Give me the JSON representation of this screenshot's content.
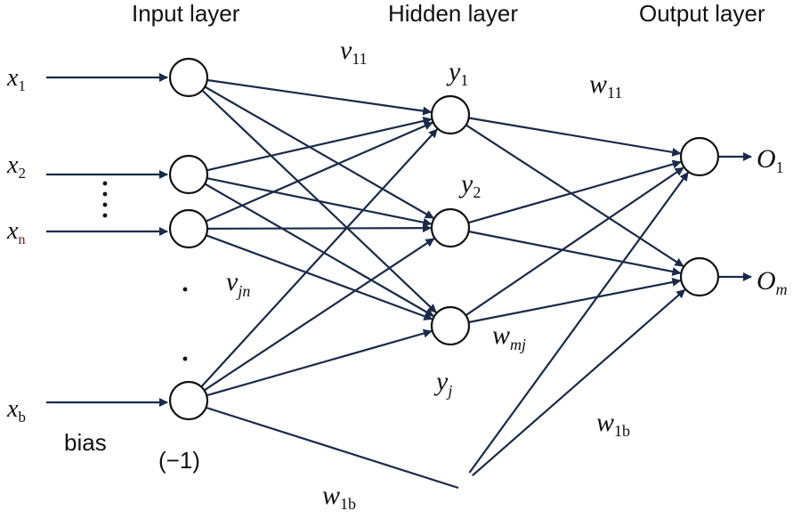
{
  "headings": {
    "input": "Input layer",
    "hidden": "Hidden layer",
    "output": "Output layer"
  },
  "inputs": {
    "x1": {
      "base": "x",
      "sub": "1"
    },
    "x2": {
      "base": "x",
      "sub": "2"
    },
    "xn": {
      "base": "x",
      "sub": "n"
    },
    "xb": {
      "base": "x",
      "sub": "b"
    }
  },
  "bias_label": "bias",
  "bias_value": "(−1)",
  "hidden_labels": {
    "y1": {
      "base": "y",
      "sub": "1"
    },
    "y2": {
      "base": "y",
      "sub": "2"
    },
    "yj": {
      "base": "y",
      "sub": "j"
    }
  },
  "outputs": {
    "o1": {
      "base": "O",
      "sub": "1"
    },
    "om": {
      "base": "O",
      "sub": "m"
    }
  },
  "weights": {
    "v11": {
      "base": "v",
      "sub": "11"
    },
    "vjn": {
      "base": "v",
      "sub": "jn"
    },
    "w11": {
      "base": "w",
      "sub": "11"
    },
    "wmj": {
      "base": "w",
      "sub": "mj"
    },
    "w1b_right": {
      "base": "w",
      "sub": "1b"
    },
    "w1b_bottom": {
      "base": "w",
      "sub": "1b"
    }
  },
  "colors": {
    "edge": "#1a2a4a",
    "node_stroke": "#111111",
    "background": "#ffffff"
  }
}
